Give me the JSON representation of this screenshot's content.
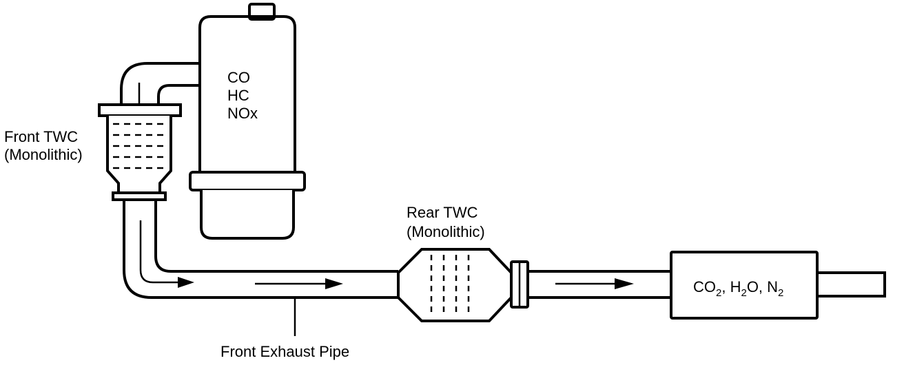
{
  "labels": {
    "gas_co": "CO",
    "gas_hc": "HC",
    "gas_nox": "NOx",
    "front_twc_line1": "Front TWC",
    "front_twc_line2": "(Monolithic)",
    "rear_twc_line1": "Rear TWC",
    "rear_twc_line2": "(Monolithic)",
    "front_exhaust_pipe": "Front Exhaust Pipe",
    "out_co2": "CO",
    "out_co2_sub": "2",
    "out_h2o_a": ", H",
    "out_h2o_sub": "2",
    "out_h2o_b": "O, N",
    "out_n2_sub": "2"
  }
}
